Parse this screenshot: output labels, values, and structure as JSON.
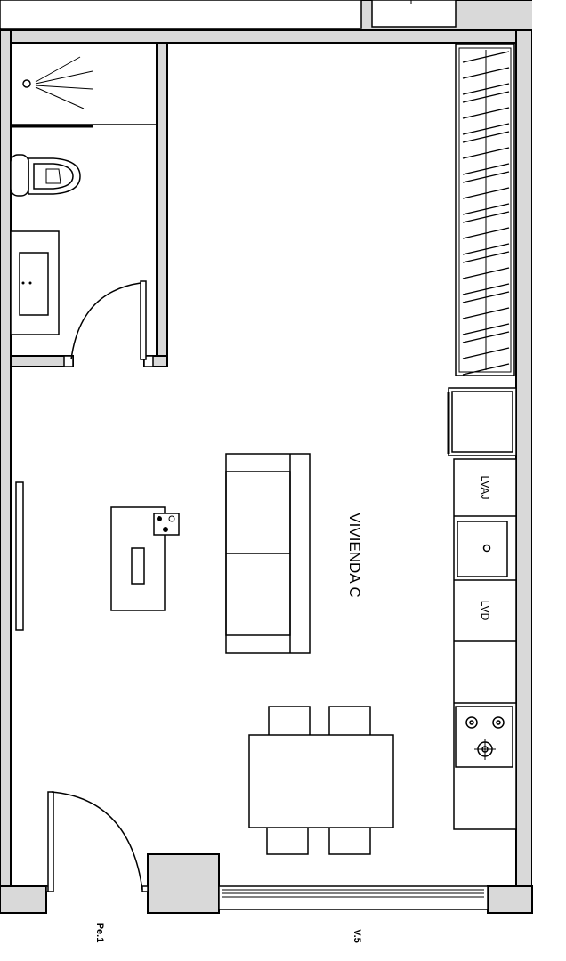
{
  "plan": {
    "room_label": "VIVIENDA C",
    "lavaplatos_label": "LVAJ",
    "lavadora_label": "LVD",
    "door_tag": "Pe.1",
    "window_tag": "V.5"
  },
  "colors": {
    "wall_fill": "#d9d9d9",
    "line": "#000000",
    "background": "#ffffff"
  }
}
